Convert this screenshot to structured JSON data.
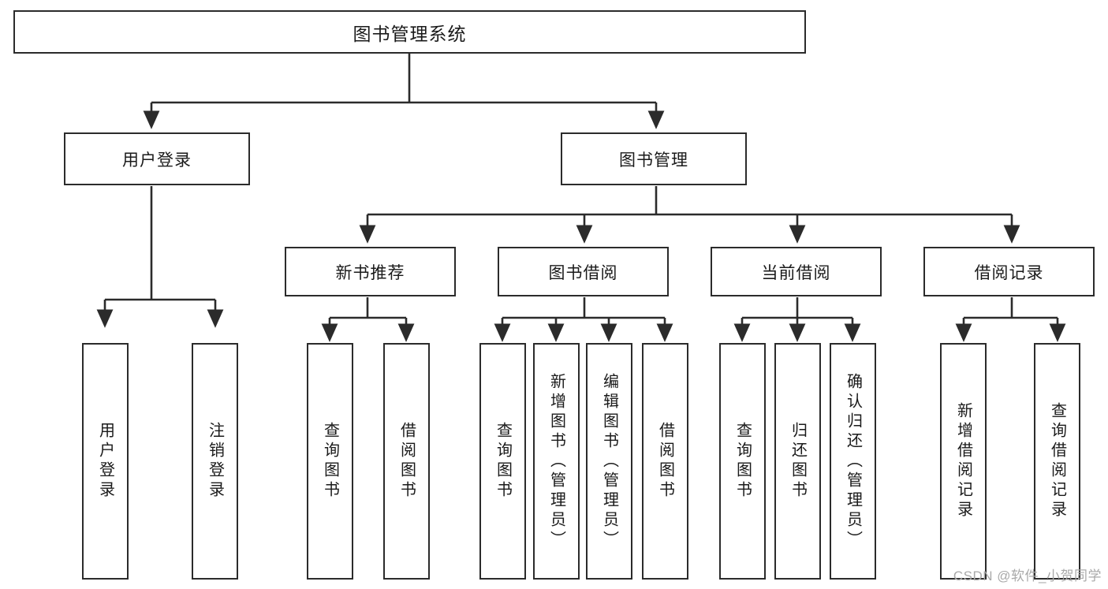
{
  "diagram": {
    "title": "图书管理系统",
    "type": "tree-hierarchy",
    "root": {
      "label": "图书管理系统"
    },
    "level2": [
      {
        "label": "用户登录"
      },
      {
        "label": "图书管理"
      }
    ],
    "level3": [
      {
        "label": "新书推荐"
      },
      {
        "label": "图书借阅"
      },
      {
        "label": "当前借阅"
      },
      {
        "label": "借阅记录"
      }
    ],
    "leaves": {
      "user_login": [
        {
          "label": "用户登录"
        },
        {
          "label": "注销登录"
        }
      ],
      "new_book_recommend": [
        {
          "label": "查询图书"
        },
        {
          "label": "借阅图书"
        }
      ],
      "book_borrow": [
        {
          "label": "查询图书"
        },
        {
          "label": "新增图书（管理员）"
        },
        {
          "label": "编辑图书（管理员）"
        },
        {
          "label": "借阅图书"
        }
      ],
      "current_borrow": [
        {
          "label": "查询图书"
        },
        {
          "label": "归还图书"
        },
        {
          "label": "确认归还（管理员）"
        }
      ],
      "borrow_record": [
        {
          "label": "新增借阅记录"
        },
        {
          "label": "查询借阅记录"
        }
      ]
    }
  },
  "watermark": {
    "text": "CSDN @软件_小贺同学"
  },
  "colors": {
    "stroke": "#2b2b2b",
    "background": "#ffffff",
    "text": "#1a1a1a",
    "watermark": "#a9a9a9"
  }
}
